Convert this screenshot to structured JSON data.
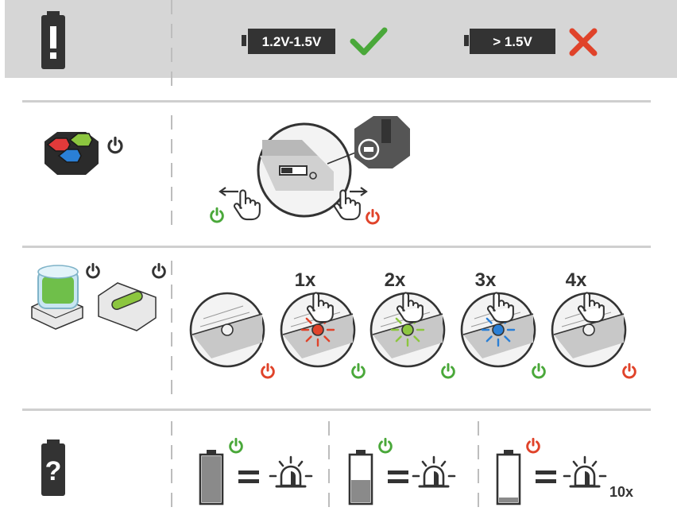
{
  "battery_check": {
    "ok_label": "1.2V-1.5V",
    "bad_label": "> 1.5V",
    "ok_icon": "check-icon",
    "bad_icon": "cross-icon"
  },
  "press_counts": [
    "1x",
    "2x",
    "3x",
    "4x"
  ],
  "alarm_repeat": "10x",
  "icons": {
    "warning": "battery-warning-icon",
    "question": "battery-question-icon",
    "power": "power-icon",
    "hand": "pointing-hand-icon",
    "siren": "siren-icon"
  },
  "colors": {
    "band": "#d6d6d6",
    "dark": "#333333",
    "green": "#4aa83a",
    "red": "#e0432a",
    "blue": "#2a7fd6",
    "lime": "#8cc63f",
    "separator": "#cfcfcf",
    "dashed": "#bdbdbd"
  },
  "led_states": [
    "off",
    "red",
    "green",
    "blue",
    "off"
  ],
  "power_states": [
    "off",
    "on",
    "on",
    "on",
    "off"
  ],
  "battery_levels": [
    "full",
    "half",
    "low"
  ],
  "battery_power_states": [
    "on",
    "on",
    "off"
  ]
}
